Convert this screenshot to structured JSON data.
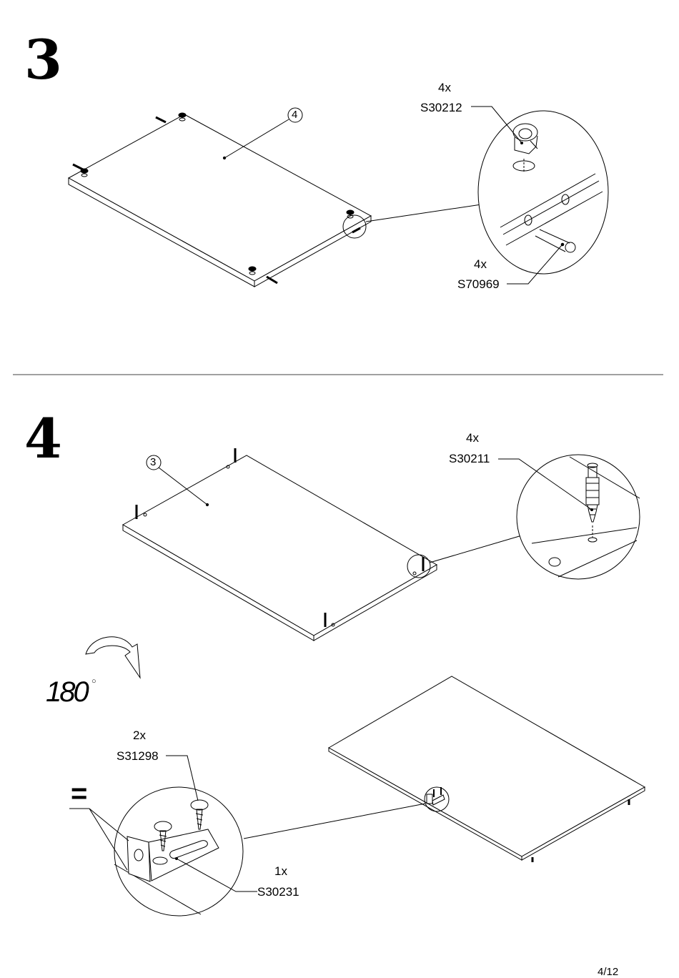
{
  "steps": [
    {
      "number": "3",
      "panel_part_number": "4",
      "parts": [
        {
          "qty": "4x",
          "code": "S30212"
        },
        {
          "qty": "4x",
          "code": "S70969"
        }
      ]
    },
    {
      "number": "4",
      "panel_part_number": "3",
      "parts": [
        {
          "qty": "4x",
          "code": "S30211"
        },
        {
          "qty": "2x",
          "code": "S31298"
        },
        {
          "qty": "1x",
          "code": "S30231"
        }
      ],
      "rotation": "180",
      "degree_symbol": "○",
      "equal_mark": "="
    }
  ],
  "page_number": "4/12"
}
